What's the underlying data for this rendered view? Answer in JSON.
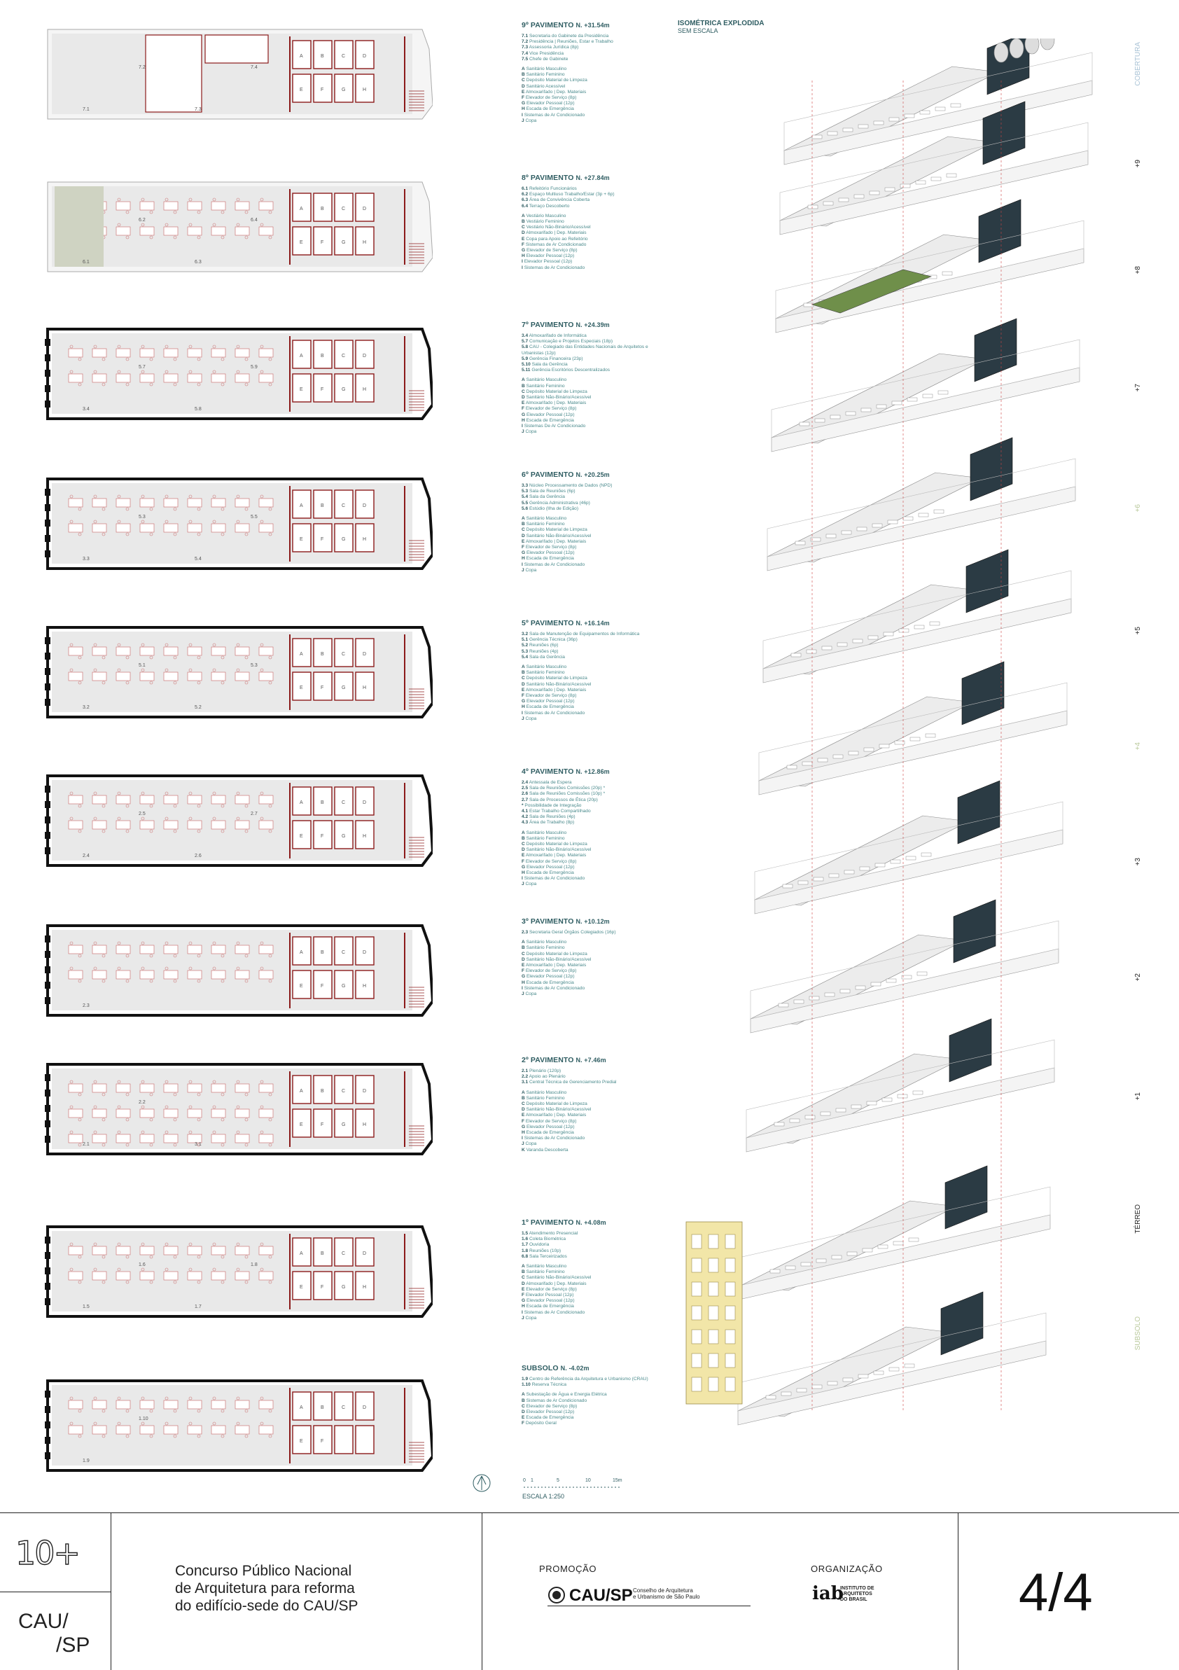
{
  "floors": [
    {
      "title": "9º PAVIMENTO",
      "level": "N. +31.54m",
      "rooms": [
        {
          "code": "7.1",
          "name": "Secretaria do Gabinete da Presidência"
        },
        {
          "code": "7.2",
          "name": "Presidência | Reuniões, Estar e Trabalho"
        },
        {
          "code": "7.3",
          "name": "Assessoria Jurídica (8p)"
        },
        {
          "code": "7.4",
          "name": "Vice Presidência"
        },
        {
          "code": "7.5",
          "name": "Chefe de Gabinete"
        }
      ],
      "services": [
        {
          "code": "A",
          "name": "Sanitário Masculino"
        },
        {
          "code": "B",
          "name": "Sanitário Feminino"
        },
        {
          "code": "C",
          "name": "Depósito Material de Limpeza"
        },
        {
          "code": "D",
          "name": "Sanitário Acessível"
        },
        {
          "code": "E",
          "name": "Almoxarifado | Dep. Materiais"
        },
        {
          "code": "F",
          "name": "Elevador de Serviço (8p)"
        },
        {
          "code": "G",
          "name": "Elevador Pessoal (12p)"
        },
        {
          "code": "H",
          "name": "Escada de Emergência"
        },
        {
          "code": "I",
          "name": "Sistemas de Ar Condicionado"
        },
        {
          "code": "J",
          "name": "Copa"
        }
      ]
    },
    {
      "title": "8º PAVIMENTO",
      "level": "N. +27.84m",
      "rooms": [
        {
          "code": "6.1",
          "name": "Refeitório Funcionários"
        },
        {
          "code": "6.2",
          "name": "Espaço Multiuso Trabalho/Estar (3p + 6p)"
        },
        {
          "code": "6.3",
          "name": "Área de Convivência Coberta"
        },
        {
          "code": "6.4",
          "name": "Terraço Descoberto"
        }
      ],
      "services": [
        {
          "code": "A",
          "name": "Vestiário Masculino"
        },
        {
          "code": "B",
          "name": "Vestiário Feminino"
        },
        {
          "code": "C",
          "name": "Vestiário Não-Binário/Acessível"
        },
        {
          "code": "D",
          "name": "Almoxarifado | Dep. Materiais"
        },
        {
          "code": "E",
          "name": "Copa para Apoio ao Refeitório"
        },
        {
          "code": "F",
          "name": "Sistemas de Ar Condicionado"
        },
        {
          "code": "G",
          "name": "Elevador de Serviço (8p)"
        },
        {
          "code": "H",
          "name": "Elevador Pessoal (12p)"
        },
        {
          "code": "I",
          "name": "Elevador Pessoal (12p)"
        },
        {
          "code": "I",
          "name": "Sistemas de Ar Condicionado"
        }
      ]
    },
    {
      "title": "7º PAVIMENTO",
      "level": "N. +24.39m",
      "rooms": [
        {
          "code": "3.4",
          "name": "Almoxarifado de Informática"
        },
        {
          "code": "5.7",
          "name": "Comunicação e Projetos Especiais (18p)"
        },
        {
          "code": "5.8",
          "name": "CAU - Colegiado das Entidades Nacionais de Arquitetos e Urbanistas (12p)"
        },
        {
          "code": "5.9",
          "name": "Gerência Financeira (23p)"
        },
        {
          "code": "5.10",
          "name": "Sala da Gerência"
        },
        {
          "code": "5.11",
          "name": "Gerência Escritórios Descentralizados"
        }
      ],
      "services": [
        {
          "code": "A",
          "name": "Sanitário Masculino"
        },
        {
          "code": "B",
          "name": "Sanitário Feminino"
        },
        {
          "code": "C",
          "name": "Depósito Material de Limpeza"
        },
        {
          "code": "D",
          "name": "Sanitário Não-Binário/Acessível"
        },
        {
          "code": "E",
          "name": "Almoxarifado | Dep. Materiais"
        },
        {
          "code": "F",
          "name": "Elevador de Serviço (8p)"
        },
        {
          "code": "G",
          "name": "Elevador Pessoal (12p)"
        },
        {
          "code": "H",
          "name": "Escada de Emergência"
        },
        {
          "code": "I",
          "name": "Sistemas De Ar Condicionado"
        },
        {
          "code": "J",
          "name": "Copa"
        }
      ]
    },
    {
      "title": "6º PAVIMENTO",
      "level": "N. +20.25m",
      "rooms": [
        {
          "code": "3.3",
          "name": "Núcleo Processamento de Dados (NPD)"
        },
        {
          "code": "5.3",
          "name": "Sala de Reuniões (6p)"
        },
        {
          "code": "5.4",
          "name": "Sala da Gerência"
        },
        {
          "code": "5.5",
          "name": "Gerência Administrativa (46p)"
        },
        {
          "code": "5.6",
          "name": "Estúdio (Ilha de Edição)"
        }
      ],
      "services": [
        {
          "code": "A",
          "name": "Sanitário Masculino"
        },
        {
          "code": "B",
          "name": "Sanitário Feminino"
        },
        {
          "code": "C",
          "name": "Depósito Material de Limpeza"
        },
        {
          "code": "D",
          "name": "Sanitário Não-Binário/Acessível"
        },
        {
          "code": "E",
          "name": "Almoxarifado | Dep. Materiais"
        },
        {
          "code": "F",
          "name": "Elevador de Serviço (8p)"
        },
        {
          "code": "G",
          "name": "Elevador Pessoal (12p)"
        },
        {
          "code": "H",
          "name": "Escada de Emergência"
        },
        {
          "code": "I",
          "name": "Sistemas de Ar Condicionado"
        },
        {
          "code": "J",
          "name": "Copa"
        }
      ]
    },
    {
      "title": "5º PAVIMENTO",
      "level": "N. +16.14m",
      "rooms": [
        {
          "code": "3.2",
          "name": "Sala de Manutenção de Equipamentos de Informática"
        },
        {
          "code": "5.1",
          "name": "Gerência Técnica (36p)"
        },
        {
          "code": "5.2",
          "name": "Reuniões (6p)"
        },
        {
          "code": "5.3",
          "name": "Reuniões (4p)"
        },
        {
          "code": "5.4",
          "name": "Sala da Gerência"
        }
      ],
      "services": [
        {
          "code": "A",
          "name": "Sanitário Masculino"
        },
        {
          "code": "B",
          "name": "Sanitário Feminino"
        },
        {
          "code": "C",
          "name": "Depósito Material de Limpeza"
        },
        {
          "code": "D",
          "name": "Sanitário Não-Binário/Acessível"
        },
        {
          "code": "E",
          "name": "Almoxarifado | Dep. Materiais"
        },
        {
          "code": "F",
          "name": "Elevador de Serviço (8p)"
        },
        {
          "code": "G",
          "name": "Elevador Pessoal (12p)"
        },
        {
          "code": "H",
          "name": "Escada de Emergência"
        },
        {
          "code": "I",
          "name": "Sistemas de Ar Condicionado"
        },
        {
          "code": "J",
          "name": "Copa"
        }
      ]
    },
    {
      "title": "4º PAVIMENTO",
      "level": "N. +12.86m",
      "rooms": [
        {
          "code": "2.4",
          "name": "Antessala de Espera"
        },
        {
          "code": "2.5",
          "name": "Sala de Reuniões Comissões (20p) *"
        },
        {
          "code": "2.6",
          "name": "Sala de Reuniões Comissões (10p) *"
        },
        {
          "code": "2.7",
          "name": "Sala de Processos de Ética (20p)"
        },
        {
          "code": "*",
          "name": "Possibilidade de Integração"
        },
        {
          "code": "4.1",
          "name": "Estar Trabalho Compartilhado"
        },
        {
          "code": "4.2",
          "name": "Sala de Reuniões (4p)"
        },
        {
          "code": "4.3",
          "name": "Área de Trabalho (8p)"
        }
      ],
      "services": [
        {
          "code": "A",
          "name": "Sanitário Masculino"
        },
        {
          "code": "B",
          "name": "Sanitário Feminino"
        },
        {
          "code": "C",
          "name": "Depósito Material de Limpeza"
        },
        {
          "code": "D",
          "name": "Sanitário Não-Binário/Acessível"
        },
        {
          "code": "E",
          "name": "Almoxarifado | Dep. Materiais"
        },
        {
          "code": "F",
          "name": "Elevador de Serviço (8p)"
        },
        {
          "code": "G",
          "name": "Elevador Pessoal (12p)"
        },
        {
          "code": "H",
          "name": "Escada de Emergência"
        },
        {
          "code": "I",
          "name": "Sistemas de Ar Condicionado"
        },
        {
          "code": "J",
          "name": "Copa"
        }
      ]
    },
    {
      "title": "3º PAVIMENTO",
      "level": "N. +10.12m",
      "rooms": [
        {
          "code": "2.3",
          "name": "Secretaria Geral Órgãos Colegiados (16p)"
        }
      ],
      "services": [
        {
          "code": "A",
          "name": "Sanitário Masculino"
        },
        {
          "code": "B",
          "name": "Sanitário Feminino"
        },
        {
          "code": "C",
          "name": "Depósito Material de Limpeza"
        },
        {
          "code": "D",
          "name": "Sanitário Não-Binário/Acessível"
        },
        {
          "code": "E",
          "name": "Almoxarifado | Dep. Materiais"
        },
        {
          "code": "F",
          "name": "Elevador de Serviço (8p)"
        },
        {
          "code": "G",
          "name": "Elevador Pessoal (12p)"
        },
        {
          "code": "H",
          "name": "Escada de Emergência"
        },
        {
          "code": "I",
          "name": "Sistemas de Ar Condicionado"
        },
        {
          "code": "J",
          "name": "Copa"
        }
      ]
    },
    {
      "title": "2º PAVIMENTO",
      "level": "N. +7.46m",
      "rooms": [
        {
          "code": "2.1",
          "name": "Plenário (120p)"
        },
        {
          "code": "2.2",
          "name": "Apoio ao Plenário"
        },
        {
          "code": "3.1",
          "name": "Central Técnica de Gerenciamento Predial"
        }
      ],
      "services": [
        {
          "code": "A",
          "name": "Sanitário Masculino"
        },
        {
          "code": "B",
          "name": "Sanitário Feminino"
        },
        {
          "code": "C",
          "name": "Depósito Material de Limpeza"
        },
        {
          "code": "D",
          "name": "Sanitário Não-Binário/Acessível"
        },
        {
          "code": "E",
          "name": "Almoxarifado | Dep. Materiais"
        },
        {
          "code": "F",
          "name": "Elevador de Serviço (8p)"
        },
        {
          "code": "G",
          "name": "Elevador Pessoal (12p)"
        },
        {
          "code": "H",
          "name": "Escada de Emergência"
        },
        {
          "code": "I",
          "name": "Sistemas de Ar Condicionado"
        },
        {
          "code": "J",
          "name": "Copa"
        },
        {
          "code": "K",
          "name": "Varanda Descoberta"
        }
      ]
    },
    {
      "title": "1º PAVIMENTO",
      "level": "N. +4.08m",
      "rooms": [
        {
          "code": "1.5",
          "name": "Atendimento Presencial"
        },
        {
          "code": "1.6",
          "name": "Coleta Biométrica"
        },
        {
          "code": "1.7",
          "name": "Ouvidoria"
        },
        {
          "code": "1.8",
          "name": "Reuniões (10p)"
        },
        {
          "code": "6.8",
          "name": "Sala Terceirizados"
        }
      ],
      "services": [
        {
          "code": "A",
          "name": "Sanitário Masculino"
        },
        {
          "code": "B",
          "name": "Sanitário Feminino"
        },
        {
          "code": "C",
          "name": "Sanitário Não-Binário/Acessível"
        },
        {
          "code": "D",
          "name": "Almoxarifado | Dep. Materiais"
        },
        {
          "code": "E",
          "name": "Elevador de Serviço (8p)"
        },
        {
          "code": "F",
          "name": "Elevador Pessoal (12p)"
        },
        {
          "code": "G",
          "name": "Elevador Pessoal (12p)"
        },
        {
          "code": "H",
          "name": "Escada de Emergência"
        },
        {
          "code": "I",
          "name": "Sistemas de Ar Condicionado"
        },
        {
          "code": "J",
          "name": "Copa"
        }
      ]
    },
    {
      "title": "SUBSOLO",
      "level": "N. -4.02m",
      "rooms": [
        {
          "code": "1.9",
          "name": "Centro de Referência da Arquitetura e Urbanismo (CRAU)"
        },
        {
          "code": "1.10",
          "name": "Reserva Técnica"
        }
      ],
      "services": [
        {
          "code": "A",
          "name": "Subestação de Água e Energia Elétrica"
        },
        {
          "code": "B",
          "name": "Sistemas de Ar Condicionado"
        },
        {
          "code": "C",
          "name": "Elevador de Serviço (8p)"
        },
        {
          "code": "D",
          "name": "Elevador Pessoal (12p)"
        },
        {
          "code": "E",
          "name": "Escada de Emergência"
        },
        {
          "code": "F",
          "name": "Depósito Geral"
        }
      ]
    }
  ],
  "iso": {
    "title": "ISOMÉTRICA EXPLODIDA",
    "subtitle": "SEM ESCALA",
    "levels": [
      "COBERTURA",
      "+9",
      "+8",
      "+7",
      "+6",
      "+5",
      "+4",
      "+3",
      "+2",
      "+1",
      "TÉRREO",
      "SUBSOLO"
    ]
  },
  "scale": {
    "ticks": [
      "0",
      "1",
      "5",
      "10",
      "15m"
    ],
    "label": "ESCALA 1:250"
  },
  "footer": {
    "brand_mark": "10+",
    "brand_text_1": "CAU/",
    "brand_text_2": "/SP",
    "contest_line1": "Concurso Público Nacional",
    "contest_line2": "de Arquitetura para reforma",
    "contest_line3": "do edifício-sede do CAU/SP",
    "promotion_label": "PROMOÇÃO",
    "promotion_logo": "CAU/SP",
    "promotion_sub1": "Conselho de Arquitetura",
    "promotion_sub2": "e Urbanismo de São Paulo",
    "organization_label": "ORGANIZAÇÃO",
    "organization_logo": "iab",
    "organization_sub1": "INSTITUTO DE",
    "organization_sub2": "ARQUITETOS",
    "organization_sub3": "DO BRASIL",
    "page": "4/4"
  },
  "colors": {
    "accent": "#2f5d62",
    "accentLight": "#4a8a8c",
    "wall": "#8b1a1a",
    "floorFill": "#e8e8e8",
    "dark": "#1f2e35"
  }
}
